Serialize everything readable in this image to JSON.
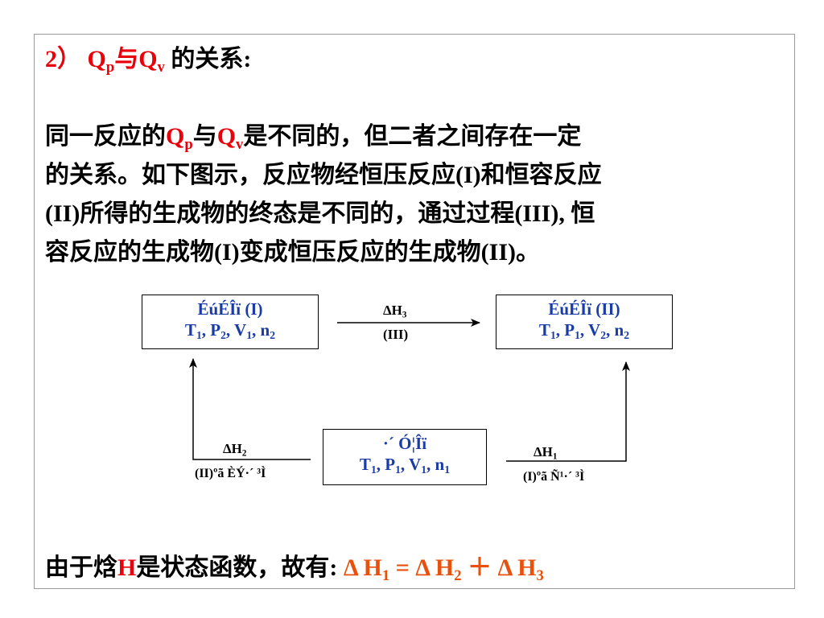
{
  "heading": {
    "number": "2）",
    "q1": "Q",
    "q1_sub": "p",
    "mid": "与",
    "q2": "Q",
    "q2_sub": "v",
    "rest": " 的关系:"
  },
  "paragraph": {
    "l1_a": "同一反应的",
    "l1_q1": "Q",
    "l1_q1_sub": "p",
    "l1_mid": "与",
    "l1_q2": "Q",
    "l1_q2_sub": "v",
    "l1_b": "是不同的，但二者之间存在一定",
    "l2": "的关系。如下图示，反应物经恒压反应(I)和恒容反应",
    "l3": "(II)所得的生成物的终态是不同的，通过过程(III), 恒",
    "l4": "容反应的生成物(I)变成恒压反应的生成物(II)。"
  },
  "diagram": {
    "box_product_1": {
      "name": "ÉúÉÎï (I)",
      "v1": "T",
      "v1_sub": "1",
      "v2": ", P",
      "v2_sub": "2",
      "v3": ", V",
      "v3_sub": "1",
      "v4": ", n",
      "v4_sub": "2"
    },
    "box_product_2": {
      "name": "ÉúÉÎï (II)",
      "v1": "T",
      "v1_sub": "1",
      "v2": ", P",
      "v2_sub": "1",
      "v3": ", V",
      "v3_sub": "2",
      "v4": ", n",
      "v4_sub": "2"
    },
    "box_reactant": {
      "name": "·´ Ó¦Îï",
      "v1": "T",
      "v1_sub": "1",
      "v2": ", P",
      "v2_sub": "1",
      "v3": ", V",
      "v3_sub": "1",
      "v4": ", n",
      "v4_sub": "1"
    },
    "edge_top": {
      "dh": "ΔH",
      "dh_sub": "3",
      "process": "(III)"
    },
    "edge_left": {
      "dh": "ΔH",
      "dh_sub": "2",
      "process": "(II)ºã ÈÝ·´ ³Ì"
    },
    "edge_right": {
      "dh": "ΔH",
      "dh_sub": "1",
      "process": "(I)ºã Ñ¹·´ ³Ì"
    }
  },
  "conclusion": {
    "text": "由于焓",
    "h": "H",
    "text2": "是状态函数，故有: ",
    "f1": "Δ H",
    "f1_sub": "1",
    "f2": " = Δ H",
    "f2_sub": "2",
    "f3": " ＋ Δ H",
    "f3_sub": "3"
  },
  "colors": {
    "accent_red": "#e8000b",
    "box_text_blue": "#1a3ca8",
    "formula_orange": "#e8500b"
  }
}
